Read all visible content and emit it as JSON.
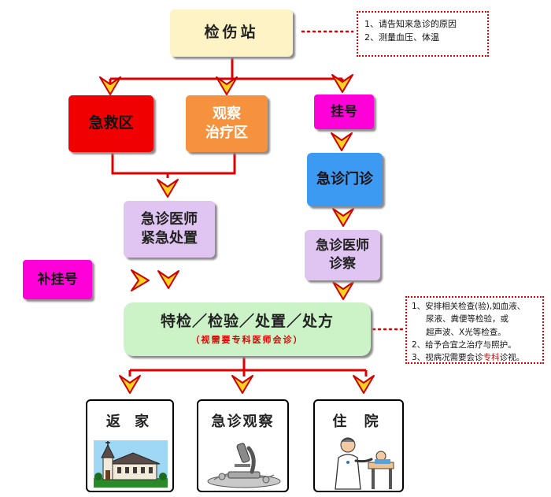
{
  "nodes": {
    "triage": "检伤站",
    "emergency_area": "急救区",
    "observation_line1": "观察",
    "observation_line2": "治疗区",
    "registration": "挂号",
    "er_clinic": "急诊门诊",
    "er_doctor_left_line1": "急诊医师",
    "er_doctor_left_line2": "紧急处置",
    "er_doctor_right_line1": "急诊医师",
    "er_doctor_right_line2": "诊察",
    "supplementary_registration": "补挂号",
    "main_title": "特检／检验／处置／处方",
    "main_subtitle": "（视需要专科医师会诊）"
  },
  "notes": {
    "top": [
      "1、请告知来急诊的原因",
      "2、测量血压、体温"
    ],
    "right": {
      "item1_line1": "1、安排相关检查(验),如血液、",
      "item1_line2": "尿液、粪便等检验，或",
      "item1_line3": "超声波、X光等检查。",
      "item2": "2、给予合宜之治疗与照护。",
      "item3_prefix": "3、视病况需要会诊",
      "item3_highlight": "专科",
      "item3_suffix": "诊视。"
    }
  },
  "outcomes": {
    "home": "返 家",
    "observation": "急诊观察",
    "admission": "住 院"
  },
  "colors": {
    "connector": "#e00000",
    "arrow_fill": "#ffd21e",
    "arrow_stroke": "#d00000",
    "triage": "#fdf3c4",
    "emergency_area": "#f00000",
    "observation": "#f6923d",
    "registration": "#ff00d8",
    "er_clinic": "#3d9af2",
    "er_doctor": "#e0c5f2",
    "main": "#ccf2c8"
  }
}
